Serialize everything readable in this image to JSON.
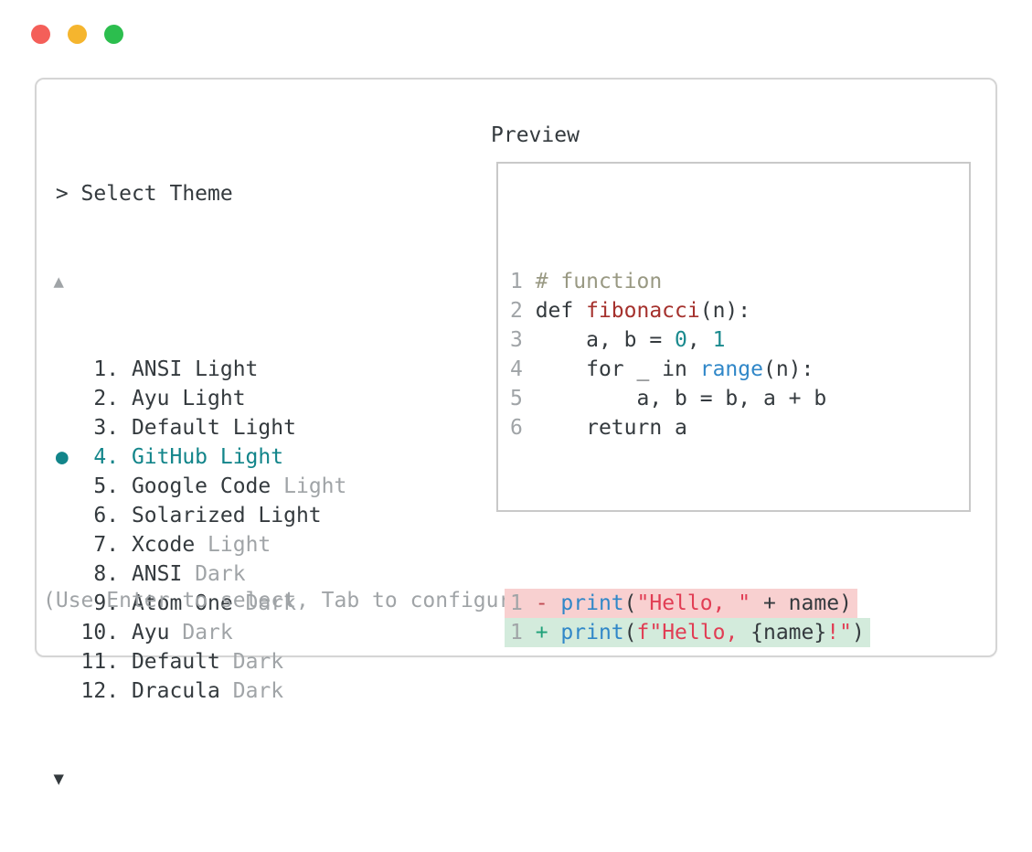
{
  "colors": {
    "text": "#343a3e",
    "muted": "#a0a4a7",
    "accent": "#12858a",
    "border": "#d5d5d5",
    "inner_border": "#c9c9c9",
    "comment": "#999983",
    "function_red": "#a5312d",
    "number_teal": "#1a8a8e",
    "builtin_blue": "#3087c8",
    "string_red": "#e13d54",
    "diff_minus": "#c04a52",
    "diff_plus": "#1fa179",
    "removed_bg": "#f8d0d0",
    "added_bg": "#d3ebdc",
    "traffic_red": "#f45f59",
    "traffic_yellow": "#f5b52e",
    "traffic_green": "#2cbe4e"
  },
  "picker": {
    "prompt": "> Select Theme",
    "scroll_up": "▲",
    "scroll_down": "▼",
    "selected_marker": "●",
    "help": "(Use Enter to select, Tab to configure scope, Esc to close)",
    "items": [
      {
        "num": "1",
        "name": "ANSI Light",
        "gray": "",
        "selected": false
      },
      {
        "num": "2",
        "name": "Ayu Light",
        "gray": "",
        "selected": false
      },
      {
        "num": "3",
        "name": "Default Light",
        "gray": "",
        "selected": false
      },
      {
        "num": "4",
        "name": "GitHub Light",
        "gray": "",
        "selected": true
      },
      {
        "num": "5",
        "name": "Google Code",
        "gray": "Light",
        "selected": false
      },
      {
        "num": "6",
        "name": "Solarized Light",
        "gray": "",
        "selected": false
      },
      {
        "num": "7",
        "name": "Xcode",
        "gray": "Light",
        "selected": false
      },
      {
        "num": "8",
        "name": "ANSI",
        "gray": "Dark",
        "selected": false
      },
      {
        "num": "9",
        "name": "Atom One",
        "gray": "Dark",
        "selected": false
      },
      {
        "num": "10",
        "name": "Ayu",
        "gray": "Dark",
        "selected": false
      },
      {
        "num": "11",
        "name": "Default",
        "gray": "Dark",
        "selected": false
      },
      {
        "num": "12",
        "name": "Dracula",
        "gray": "Dark",
        "selected": false
      }
    ]
  },
  "preview": {
    "title": "Preview",
    "code_lines": [
      {
        "num": "1",
        "segments": [
          {
            "text": "# function",
            "style": "comment"
          }
        ]
      },
      {
        "num": "2",
        "segments": [
          {
            "text": "def ",
            "style": "plain"
          },
          {
            "text": "fibonacci",
            "style": "function"
          },
          {
            "text": "(n):",
            "style": "plain"
          }
        ]
      },
      {
        "num": "3",
        "segments": [
          {
            "text": "    a, b = ",
            "style": "plain"
          },
          {
            "text": "0",
            "style": "number"
          },
          {
            "text": ", ",
            "style": "plain"
          },
          {
            "text": "1",
            "style": "number"
          }
        ]
      },
      {
        "num": "4",
        "segments": [
          {
            "text": "    for _ in ",
            "style": "plain"
          },
          {
            "text": "range",
            "style": "builtin"
          },
          {
            "text": "(n):",
            "style": "plain"
          }
        ]
      },
      {
        "num": "5",
        "segments": [
          {
            "text": "        a, b = b, a + b",
            "style": "plain"
          }
        ]
      },
      {
        "num": "6",
        "segments": [
          {
            "text": "    return a",
            "style": "plain"
          }
        ]
      }
    ],
    "diff_lines": [
      {
        "num": "1",
        "sign": "-",
        "kind": "removed",
        "segments": [
          {
            "text": "print",
            "style": "builtin"
          },
          {
            "text": "(",
            "style": "plain"
          },
          {
            "text": "\"Hello, \"",
            "style": "string"
          },
          {
            "text": " + name)",
            "style": "plain"
          }
        ]
      },
      {
        "num": "1",
        "sign": "+",
        "kind": "added",
        "segments": [
          {
            "text": "print",
            "style": "builtin"
          },
          {
            "text": "(",
            "style": "plain"
          },
          {
            "text": "f\"Hello, ",
            "style": "string"
          },
          {
            "text": "{name}",
            "style": "plain"
          },
          {
            "text": "!\"",
            "style": "string"
          },
          {
            "text": ")",
            "style": "plain"
          }
        ]
      }
    ]
  }
}
